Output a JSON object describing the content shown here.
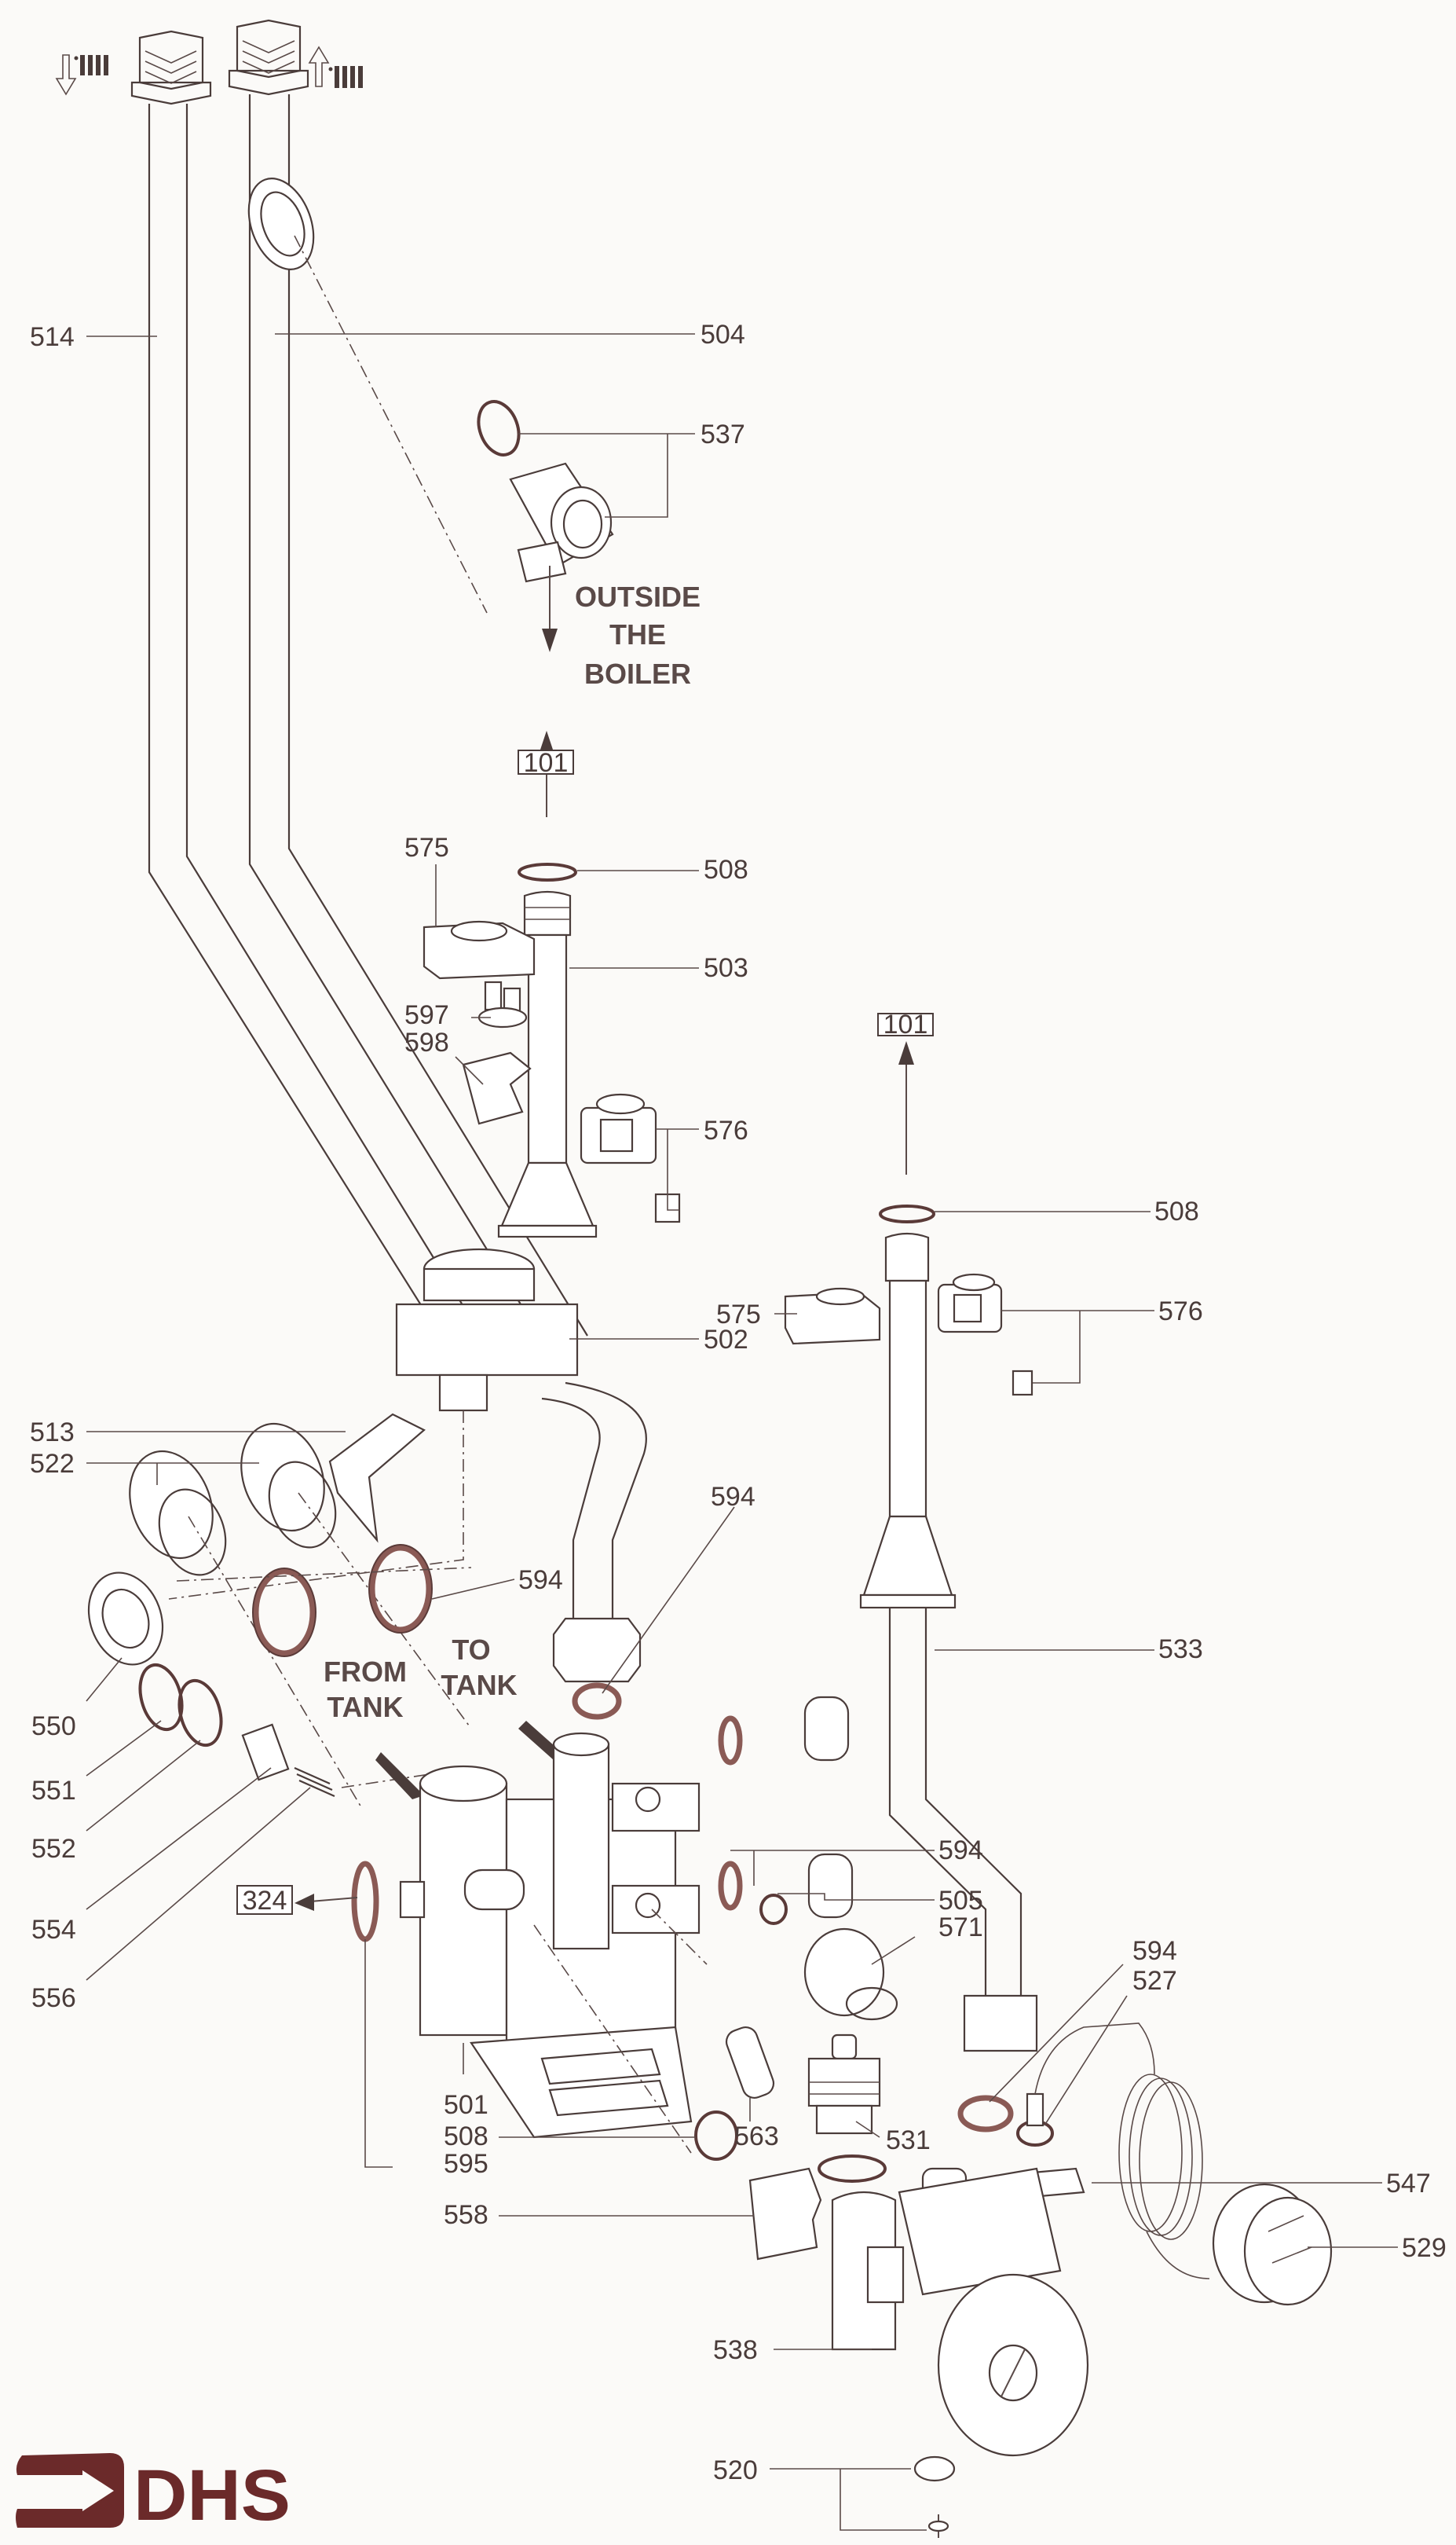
{
  "diagram": {
    "title": "Boiler hydraulic group exploded view",
    "ink_color": "#4a3c3a",
    "gasket_color": "#d99a90",
    "logo_color": "#6b2a2a",
    "callouts": {
      "p514": "514",
      "p504": "504",
      "p537": "537",
      "p508_a": "508",
      "p575_a": "575",
      "p503": "503",
      "p597": "597",
      "p598": "598",
      "p576_a": "576",
      "p508_b": "508",
      "p575_b": "575",
      "p576_b": "576",
      "p502": "502",
      "p513": "513",
      "p522": "522",
      "p594_a": "594",
      "p594_b": "594",
      "p550": "550",
      "p551": "551",
      "p552": "552",
      "p554": "554",
      "p556": "556",
      "p533": "533",
      "p594_c": "594",
      "p505": "505",
      "p571": "571",
      "p594_d": "594",
      "p527": "527",
      "p501": "501",
      "p508_c": "508",
      "p563": "563",
      "p531": "531",
      "p547": "547",
      "p595": "595",
      "p558": "558",
      "p529": "529",
      "p538": "538",
      "p520": "520"
    },
    "reference_boxes": {
      "ref101_a": "101",
      "ref101_b": "101",
      "ref324": "324"
    },
    "annotations": {
      "outside_line1": "OUTSIDE",
      "outside_line2": "THE",
      "outside_line3": "BOILER",
      "from_tank_line1": "FROM",
      "from_tank_line2": "TANK",
      "to_tank_line1": "TO",
      "to_tank_line2": "TANK"
    },
    "flow_icons": {
      "outlet": "radiator-flow-down-icon",
      "inlet": "radiator-flow-up-icon"
    },
    "logo": {
      "text": "DHS",
      "icon": "arrow-logo-icon"
    }
  }
}
